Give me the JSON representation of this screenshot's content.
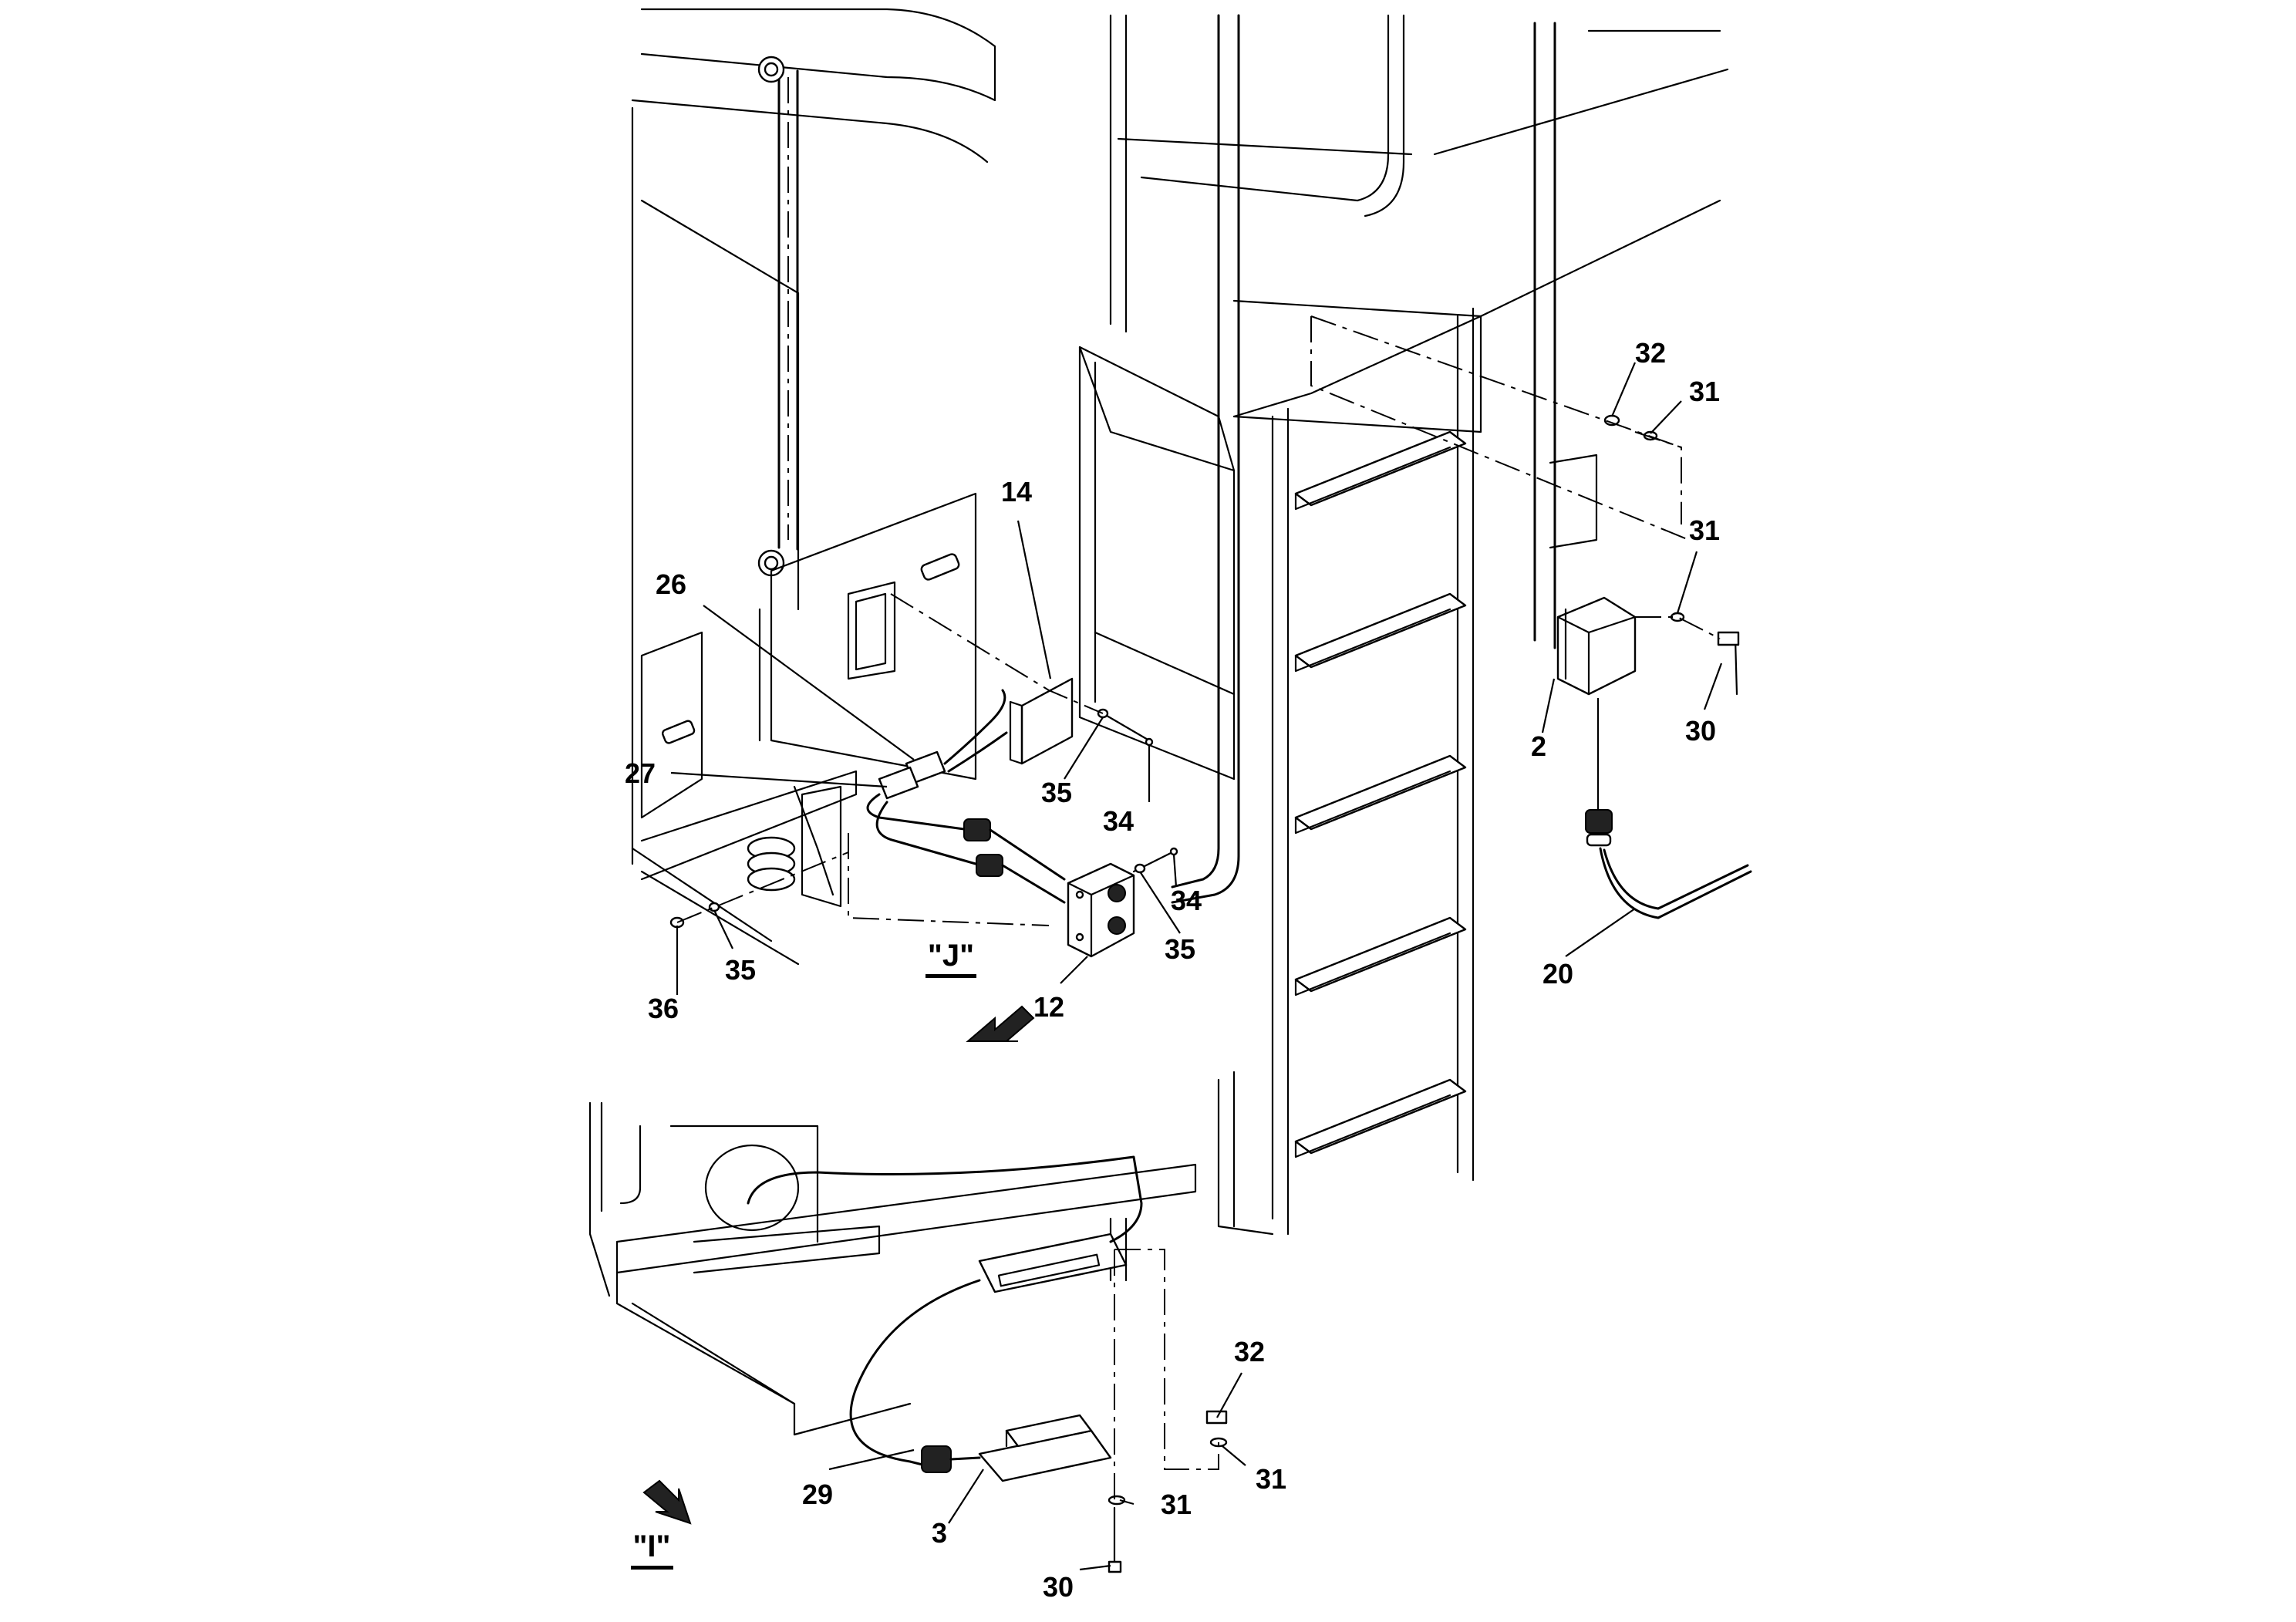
{
  "view_labels": {
    "view_j": "\"J\"",
    "view_i": "\"I\""
  },
  "callouts": [
    "14",
    "26",
    "27",
    "35",
    "34",
    "34",
    "35",
    "36",
    "35",
    "12",
    "32",
    "31",
    "31",
    "2",
    "30",
    "20",
    "32",
    "31",
    "31",
    "29",
    "3",
    "30"
  ]
}
